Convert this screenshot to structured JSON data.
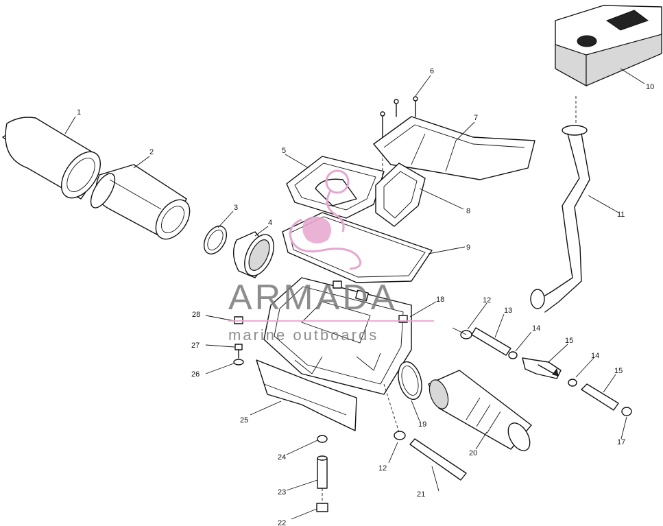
{
  "watermark": {
    "brand": "ARMADA",
    "tagline": "marine outboards",
    "accent_color": "#e6a6cf"
  },
  "callouts": {
    "c1": "1",
    "c2": "2",
    "c3": "3",
    "c4": "4",
    "c5": "5",
    "c6": "6",
    "c7": "7",
    "c8": "8",
    "c9": "9",
    "c10": "10",
    "c11": "11",
    "c12a": "12",
    "c12b": "12",
    "c13": "13",
    "c14a": "14",
    "c14b": "14",
    "c15a": "15",
    "c15b": "15",
    "c17": "17",
    "c18": "18",
    "c19": "19",
    "c20": "20",
    "c21": "21",
    "c22": "22",
    "c23": "23",
    "c24": "24",
    "c25": "25",
    "c26": "26",
    "c27": "27",
    "c28": "28"
  }
}
